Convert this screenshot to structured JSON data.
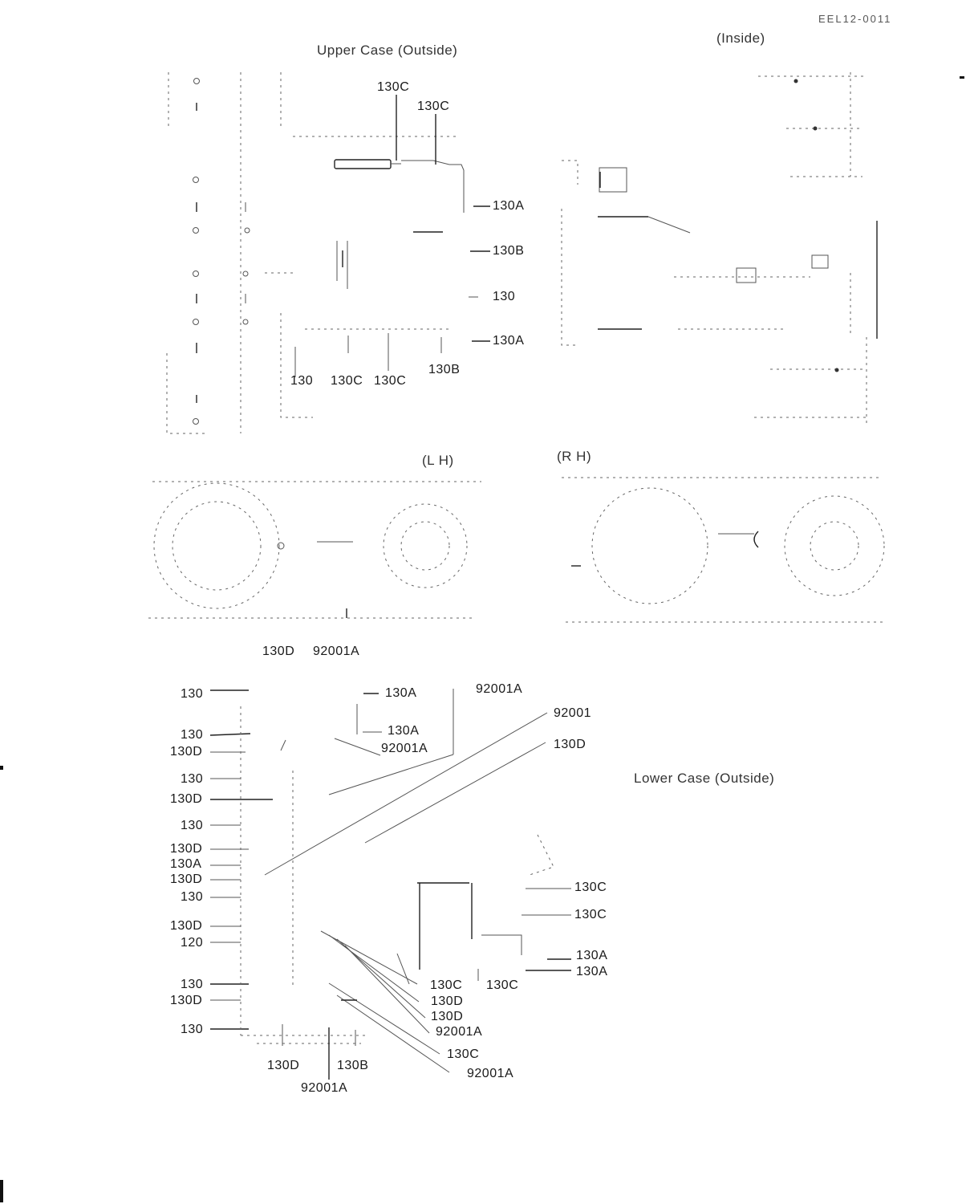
{
  "page_code": "EEL12-0011",
  "captions": {
    "upper_outside": "Upper Case (Outside)",
    "upper_inside": "(Inside)",
    "left": "(L H)",
    "right": "(R H)",
    "lower_outside": "Lower Case (Outside)"
  },
  "upper_callouts": [
    "130C",
    "130C",
    "130A",
    "130B",
    "130",
    "130A",
    "130B",
    "130",
    "130C",
    "130C"
  ],
  "lower_top_callouts": [
    "130D",
    "92001A",
    "130A",
    "92001A",
    "130A",
    "92001A",
    "92001",
    "130D"
  ],
  "lower_left_callouts": [
    "130",
    "130",
    "130D",
    "130",
    "130D",
    "130",
    "130D",
    "130A",
    "130D",
    "130",
    "130D",
    "120",
    "130",
    "130D",
    "130"
  ],
  "lower_bottom_callouts": [
    "130D",
    "130B",
    "92001A"
  ],
  "lower_right_callouts": [
    "130C",
    "130C",
    "130A",
    "130A",
    "130C",
    "130C",
    "130D",
    "130D",
    "92001A",
    "130C",
    "92001A"
  ]
}
